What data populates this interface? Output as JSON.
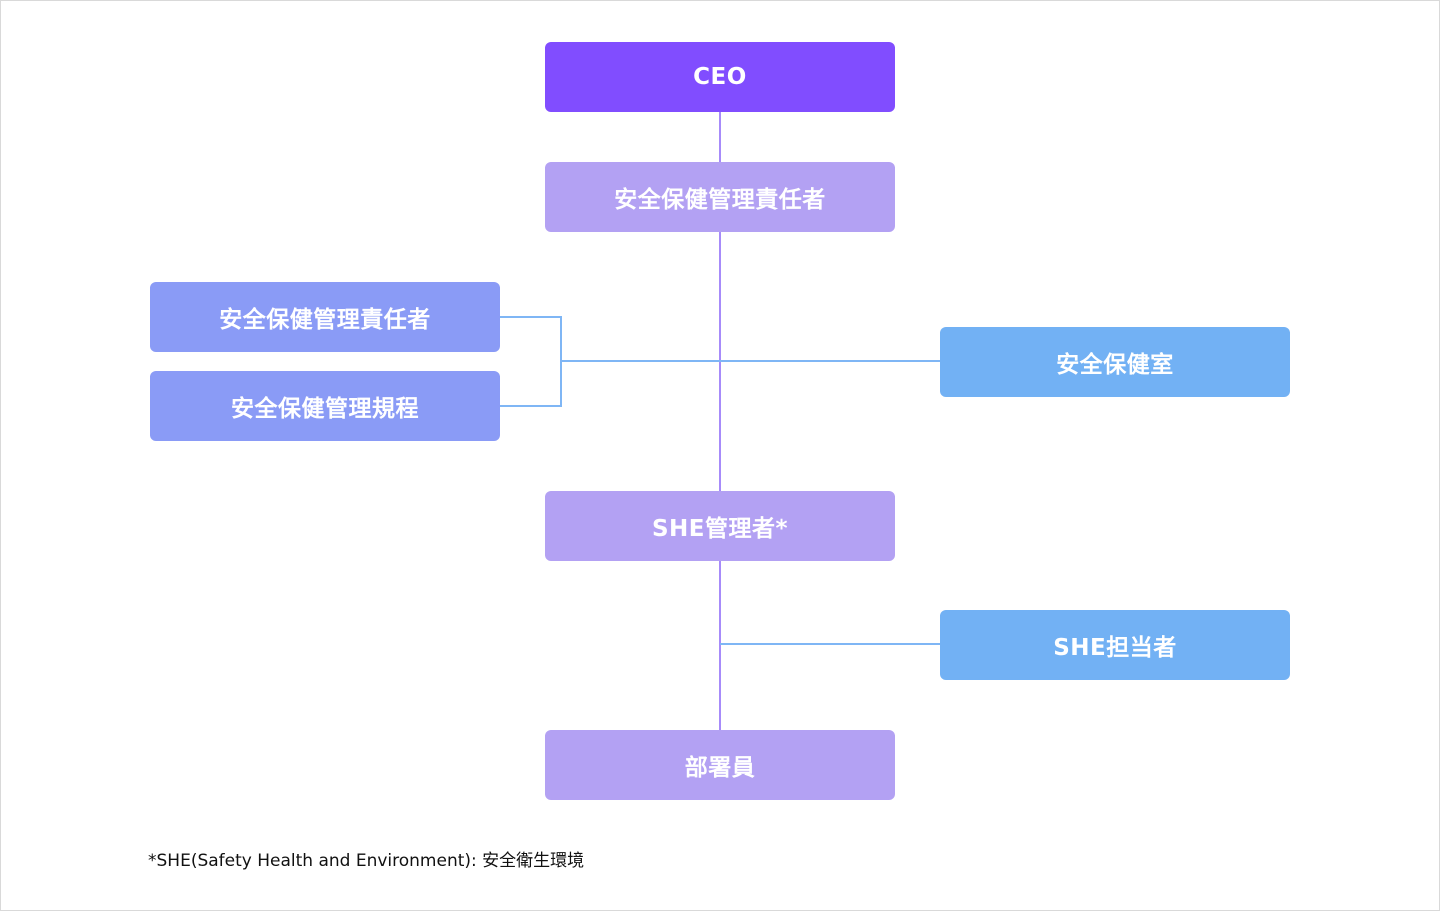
{
  "colors": {
    "ceo": "#814DFF",
    "center": "#B3A1F3",
    "left": "#8A9BF6",
    "right": "#72B1F4",
    "line_purple": "#A78BFA",
    "line_blue": "#7FB6F5"
  },
  "nodes": {
    "ceo": "CEO",
    "safety_manager": "安全保健管理責任者",
    "left_responsible": "安全保健管理責任者",
    "left_regulation": "安全保健管理規程",
    "safety_office": "安全保健室",
    "she_manager": "SHE管理者*",
    "she_staff": "SHE担当者",
    "department_members": "部署員"
  },
  "footnote": "*SHE(Safety Health and Environment): 安全衛生環境"
}
